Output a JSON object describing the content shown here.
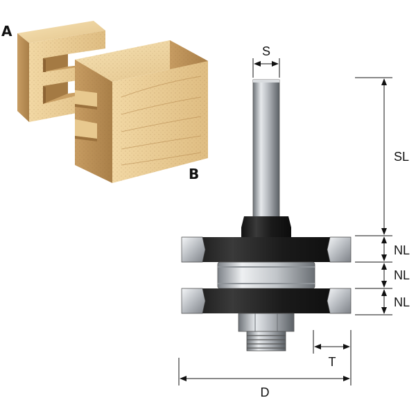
{
  "joint_labels": {
    "a": "A",
    "b": "B"
  },
  "dimensions": {
    "shank": "S",
    "shank_length": "SL",
    "cutter_1": "NL",
    "bearing": "NL",
    "cutter_2": "NL",
    "tip": "T",
    "diameter": "D"
  },
  "colors": {
    "wood_light": "#f0d6a2",
    "wood_mid": "#dcb77e",
    "wood_dark": "#b98f55",
    "steel": "#a9adb2",
    "cutter_body": "#1d1d1d"
  }
}
